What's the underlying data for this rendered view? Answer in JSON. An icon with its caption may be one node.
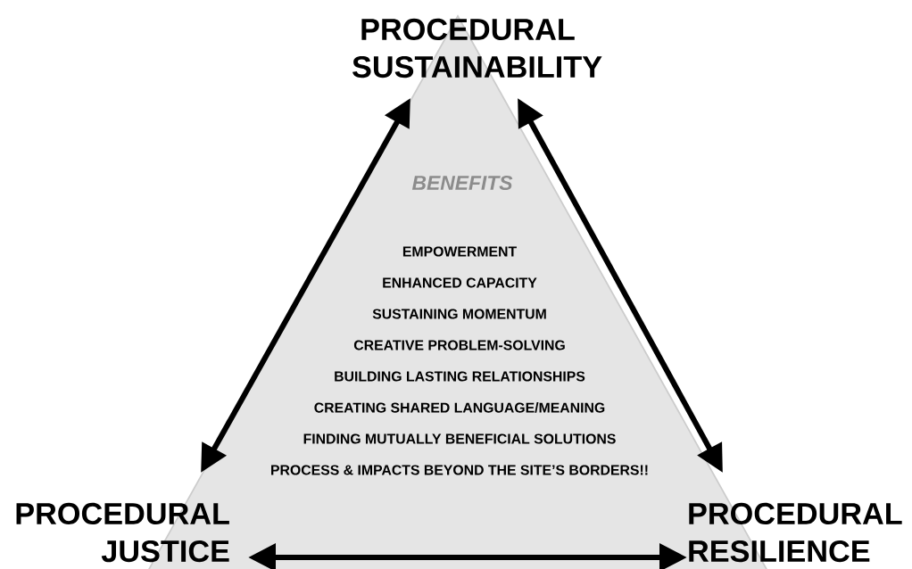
{
  "diagram": {
    "nodes": [
      {
        "text": [
          "PROCEDURAL SUSTAINABILITY"
        ]
      },
      {
        "text": [
          "PROCEDURAL JUSTICE"
        ]
      },
      {
        "text": [
          "PROCEDURAL RESILIENCE"
        ]
      }
    ],
    "edges": [
      {
        "from": 0,
        "to": 1,
        "arrow": "both"
      },
      {
        "from": 0,
        "to": 2,
        "arrow": "both"
      },
      {
        "from": 1,
        "to": 2,
        "arrow": "both"
      }
    ],
    "labels": [
      "BENEFITS",
      "EMPOWERMENT",
      "ENHANCED CAPACITY",
      "SUSTAINING MOMENTUM",
      "CREATIVE PROBLEM-SOLVING",
      "BUILDING LASTING RELATIONSHIPS",
      "CREATING SHARED LANGUAGE/MEANING",
      "FINDING MUTUALLY BENEFICIAL SOLUTIONS",
      "PROCESS & IMPACTS BEYOND THE SITE’S BORDERS!!"
    ]
  }
}
